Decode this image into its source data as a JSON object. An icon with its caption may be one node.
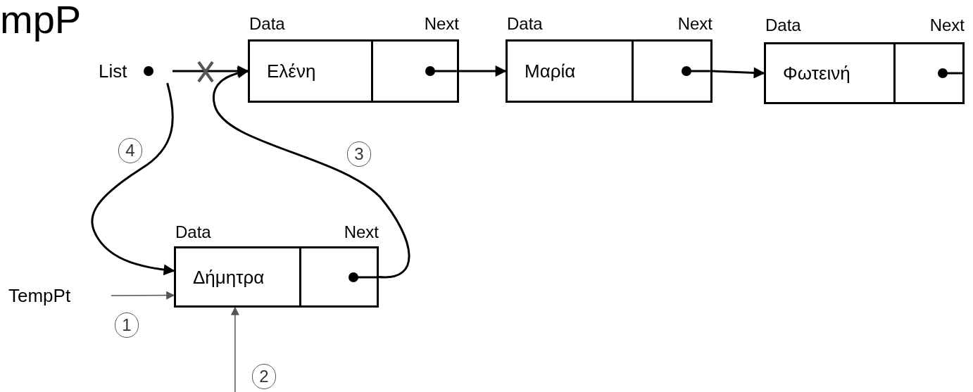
{
  "diagram": {
    "title": "mpP",
    "nodes": [
      {
        "text": [
          "List"
        ]
      },
      {
        "text": [
          "Data",
          "Next"
        ]
      },
      {
        "text": [
          "Ελένη"
        ],
        "in": 1
      },
      {
        "text": [],
        "shape": "box",
        "in": 1
      },
      {
        "text": [
          "Data",
          "Next"
        ]
      },
      {
        "text": [
          "Μαρία"
        ],
        "in": 4
      },
      {
        "text": [],
        "shape": "box",
        "in": 4
      },
      {
        "text": [
          "Data",
          "Next"
        ]
      },
      {
        "text": [
          "Φωτεινή"
        ],
        "in": 7
      },
      {
        "text": [],
        "shape": "box",
        "in": 7
      },
      {
        "text": [
          "TempPt"
        ]
      },
      {
        "text": [
          "Data",
          "Next"
        ]
      },
      {
        "text": [
          "Δήμητρα"
        ],
        "in": 11
      },
      {
        "text": [],
        "shape": "box",
        "in": 11
      }
    ],
    "edges": [
      {
        "from": 0,
        "to": 2,
        "arrow": "to"
      },
      {
        "from": 3,
        "to": 5,
        "arrow": "to"
      },
      {
        "from": 6,
        "to": 8,
        "arrow": "to"
      },
      {
        "from": 13,
        "to": 2,
        "arrow": "to"
      },
      {
        "from": 0,
        "to": 12,
        "arrow": "to"
      },
      {
        "from": 10,
        "to": 12,
        "arrow": "to",
        "color": "#555555"
      },
      {
        "from": null,
        "to": 12,
        "arrow": "to",
        "color": "#555555"
      }
    ],
    "labels": [
      "4",
      "3",
      "1",
      "2"
    ]
  }
}
